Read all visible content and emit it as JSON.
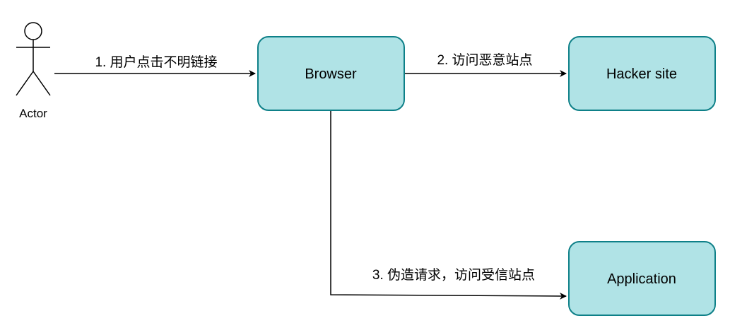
{
  "actor": {
    "label": "Actor",
    "icon": "stick-figure-icon"
  },
  "nodes": {
    "browser": {
      "label": "Browser"
    },
    "hacker_site": {
      "label": "Hacker site"
    },
    "application": {
      "label": "Application"
    }
  },
  "edges": {
    "user_click": {
      "label": "1. 用户点击不明链接"
    },
    "visit_malicious": {
      "label": "2. 访问恶意站点"
    },
    "forge_request": {
      "label": "3. 伪造请求，访问受信站点"
    }
  },
  "colors": {
    "node_fill": "#b0e3e6",
    "node_stroke": "#0e8088",
    "edge": "#000000",
    "background": "#ffffff"
  }
}
